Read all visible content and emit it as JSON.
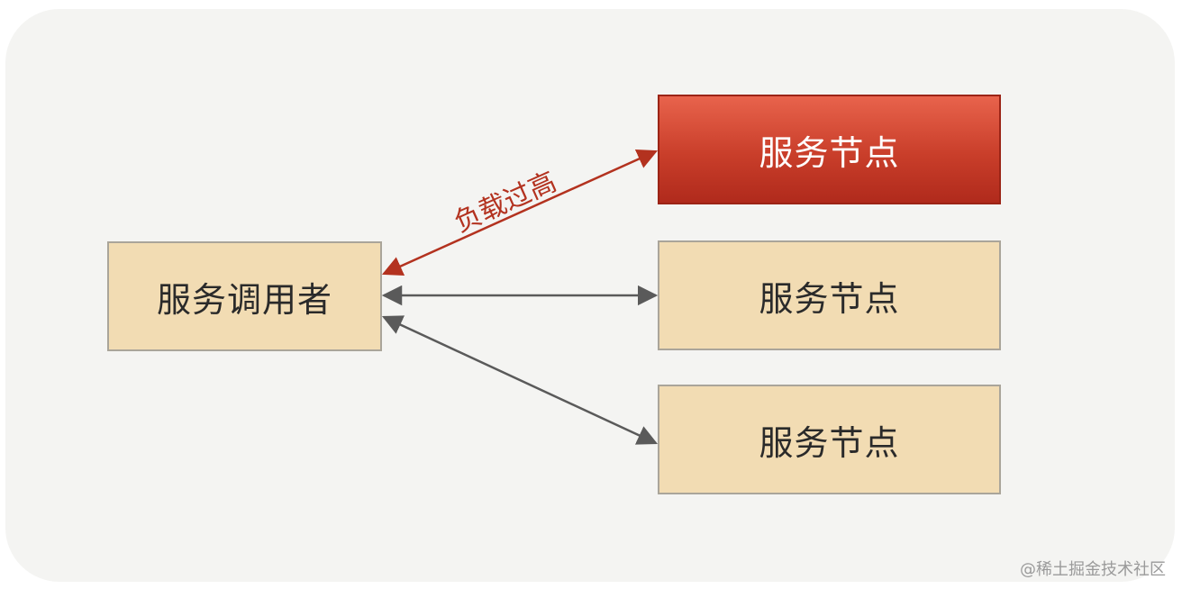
{
  "diagram": {
    "caller": {
      "label": "服务调用者"
    },
    "services": [
      {
        "label": "服务节点",
        "state": "overloaded"
      },
      {
        "label": "服务节点",
        "state": "normal"
      },
      {
        "label": "服务节点",
        "state": "normal"
      }
    ],
    "edges": [
      {
        "from": "caller",
        "to": "services.0",
        "label": "负载过高",
        "color": "#b3321f"
      },
      {
        "from": "caller",
        "to": "services.1",
        "color": "#5a5a5a"
      },
      {
        "from": "caller",
        "to": "services.2",
        "color": "#5a5a5a"
      }
    ]
  },
  "colors": {
    "node_fill": "#f2dcb3",
    "hot_fill": "#c93e2a",
    "hot_edge": "#b3321f",
    "normal_edge": "#5a5a5a",
    "background": "#f4f4f2"
  },
  "watermark": "@稀土掘金技术社区"
}
